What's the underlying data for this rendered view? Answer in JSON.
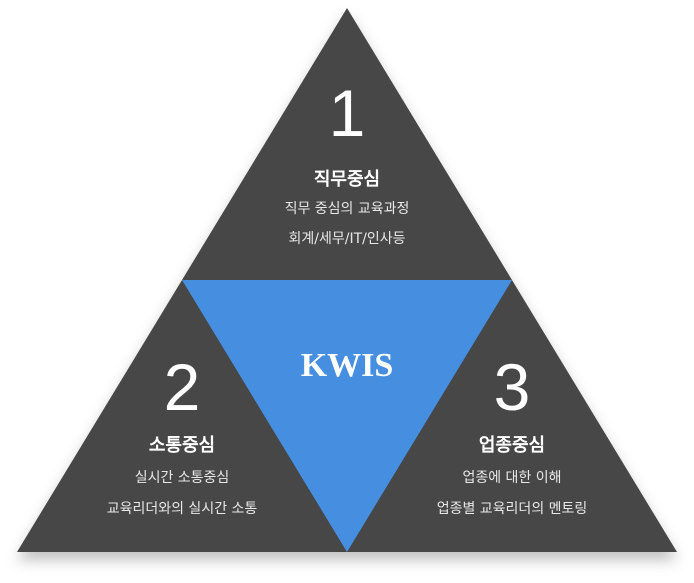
{
  "colors": {
    "dark": "#464646",
    "blue": "#468ee0",
    "text": "#ffffff"
  },
  "center": {
    "label": "KWIS"
  },
  "sections": [
    {
      "number": "1",
      "title": "직무중심",
      "lines": [
        "직무 중심의 교육과정",
        "회계/세무/IT/인사등"
      ]
    },
    {
      "number": "2",
      "title": "소통중심",
      "lines": [
        "실시간 소통중심",
        "교육리더와의 실시간 소통"
      ]
    },
    {
      "number": "3",
      "title": "업종중심",
      "lines": [
        "업종에 대한 이해",
        "업종별 교육리더의 멘토링"
      ]
    }
  ]
}
